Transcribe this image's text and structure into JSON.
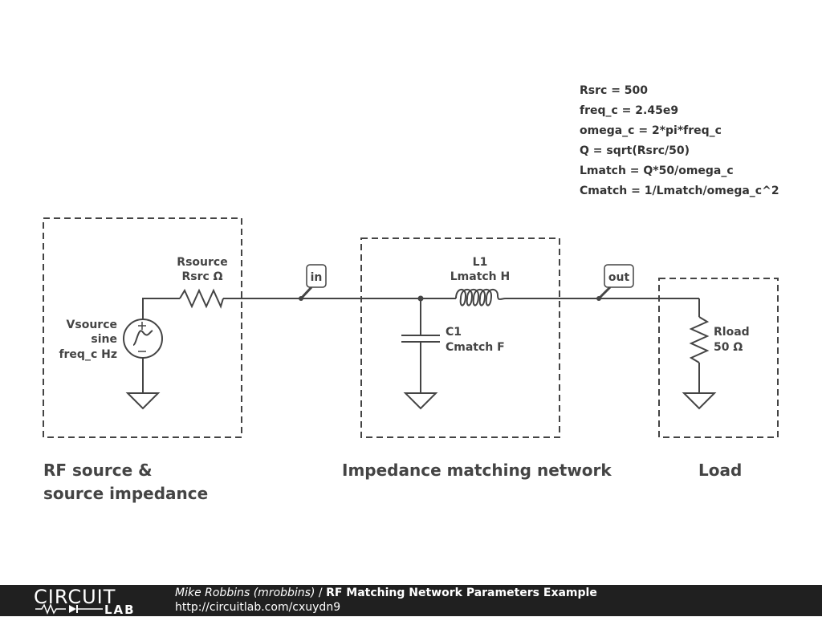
{
  "parameters": [
    "Rsrc = 500",
    "freq_c = 2.45e9",
    "omega_c = 2*pi*freq_c",
    "Q = sqrt(Rsrc/50)",
    "Lmatch = Q*50/omega_c",
    "Cmatch = 1/Lmatch/omega_c^2"
  ],
  "components": {
    "rsource": {
      "name": "Rsource",
      "value": "Rsrc Ω"
    },
    "vsource": {
      "name": "Vsource",
      "type": "sine",
      "value": "freq_c Hz"
    },
    "l1": {
      "name": "L1",
      "value": "Lmatch H"
    },
    "c1": {
      "name": "C1",
      "value": "Cmatch F"
    },
    "rload": {
      "name": "Rload",
      "value": "50 Ω"
    }
  },
  "nodes": {
    "in": "in",
    "out": "out"
  },
  "blocks": {
    "source": {
      "line1": "RF source &",
      "line2": "source impedance"
    },
    "matching": "Impedance matching network",
    "load": "Load"
  },
  "footer": {
    "logo_top": "CIRCUIT",
    "logo_bottom": "LAB",
    "author": "Mike Robbins (mrobbins)",
    "separator": " / ",
    "title": "RF Matching Network Parameters Example",
    "url": "http://circuitlab.com/cxuydn9"
  }
}
